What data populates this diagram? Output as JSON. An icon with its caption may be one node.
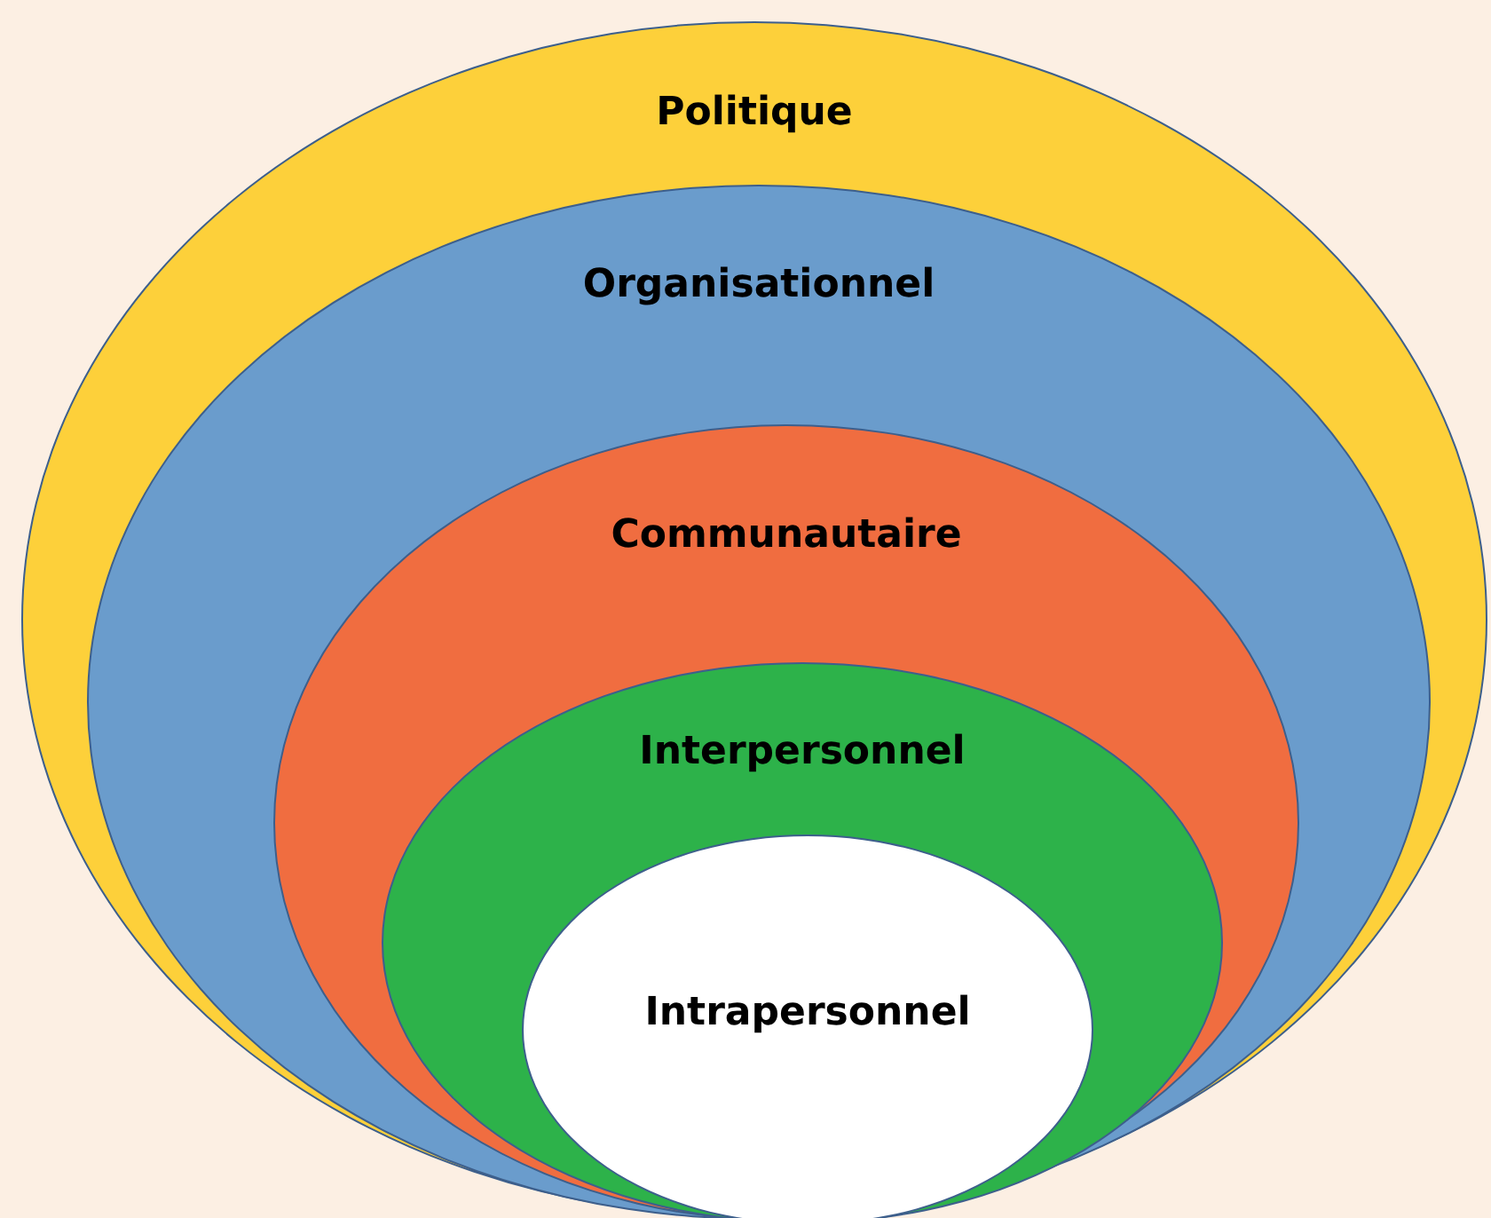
{
  "diagram": {
    "nodes": [
      {
        "text": [
          "Politique"
        ]
      },
      {
        "text": [
          "Organisationnel"
        ],
        "in": 0
      },
      {
        "text": [
          "Communautaire"
        ],
        "in": 1
      },
      {
        "text": [
          "Interpersonnel"
        ],
        "in": 2
      },
      {
        "text": [
          "Intrapersonnel"
        ],
        "in": 3
      }
    ]
  }
}
